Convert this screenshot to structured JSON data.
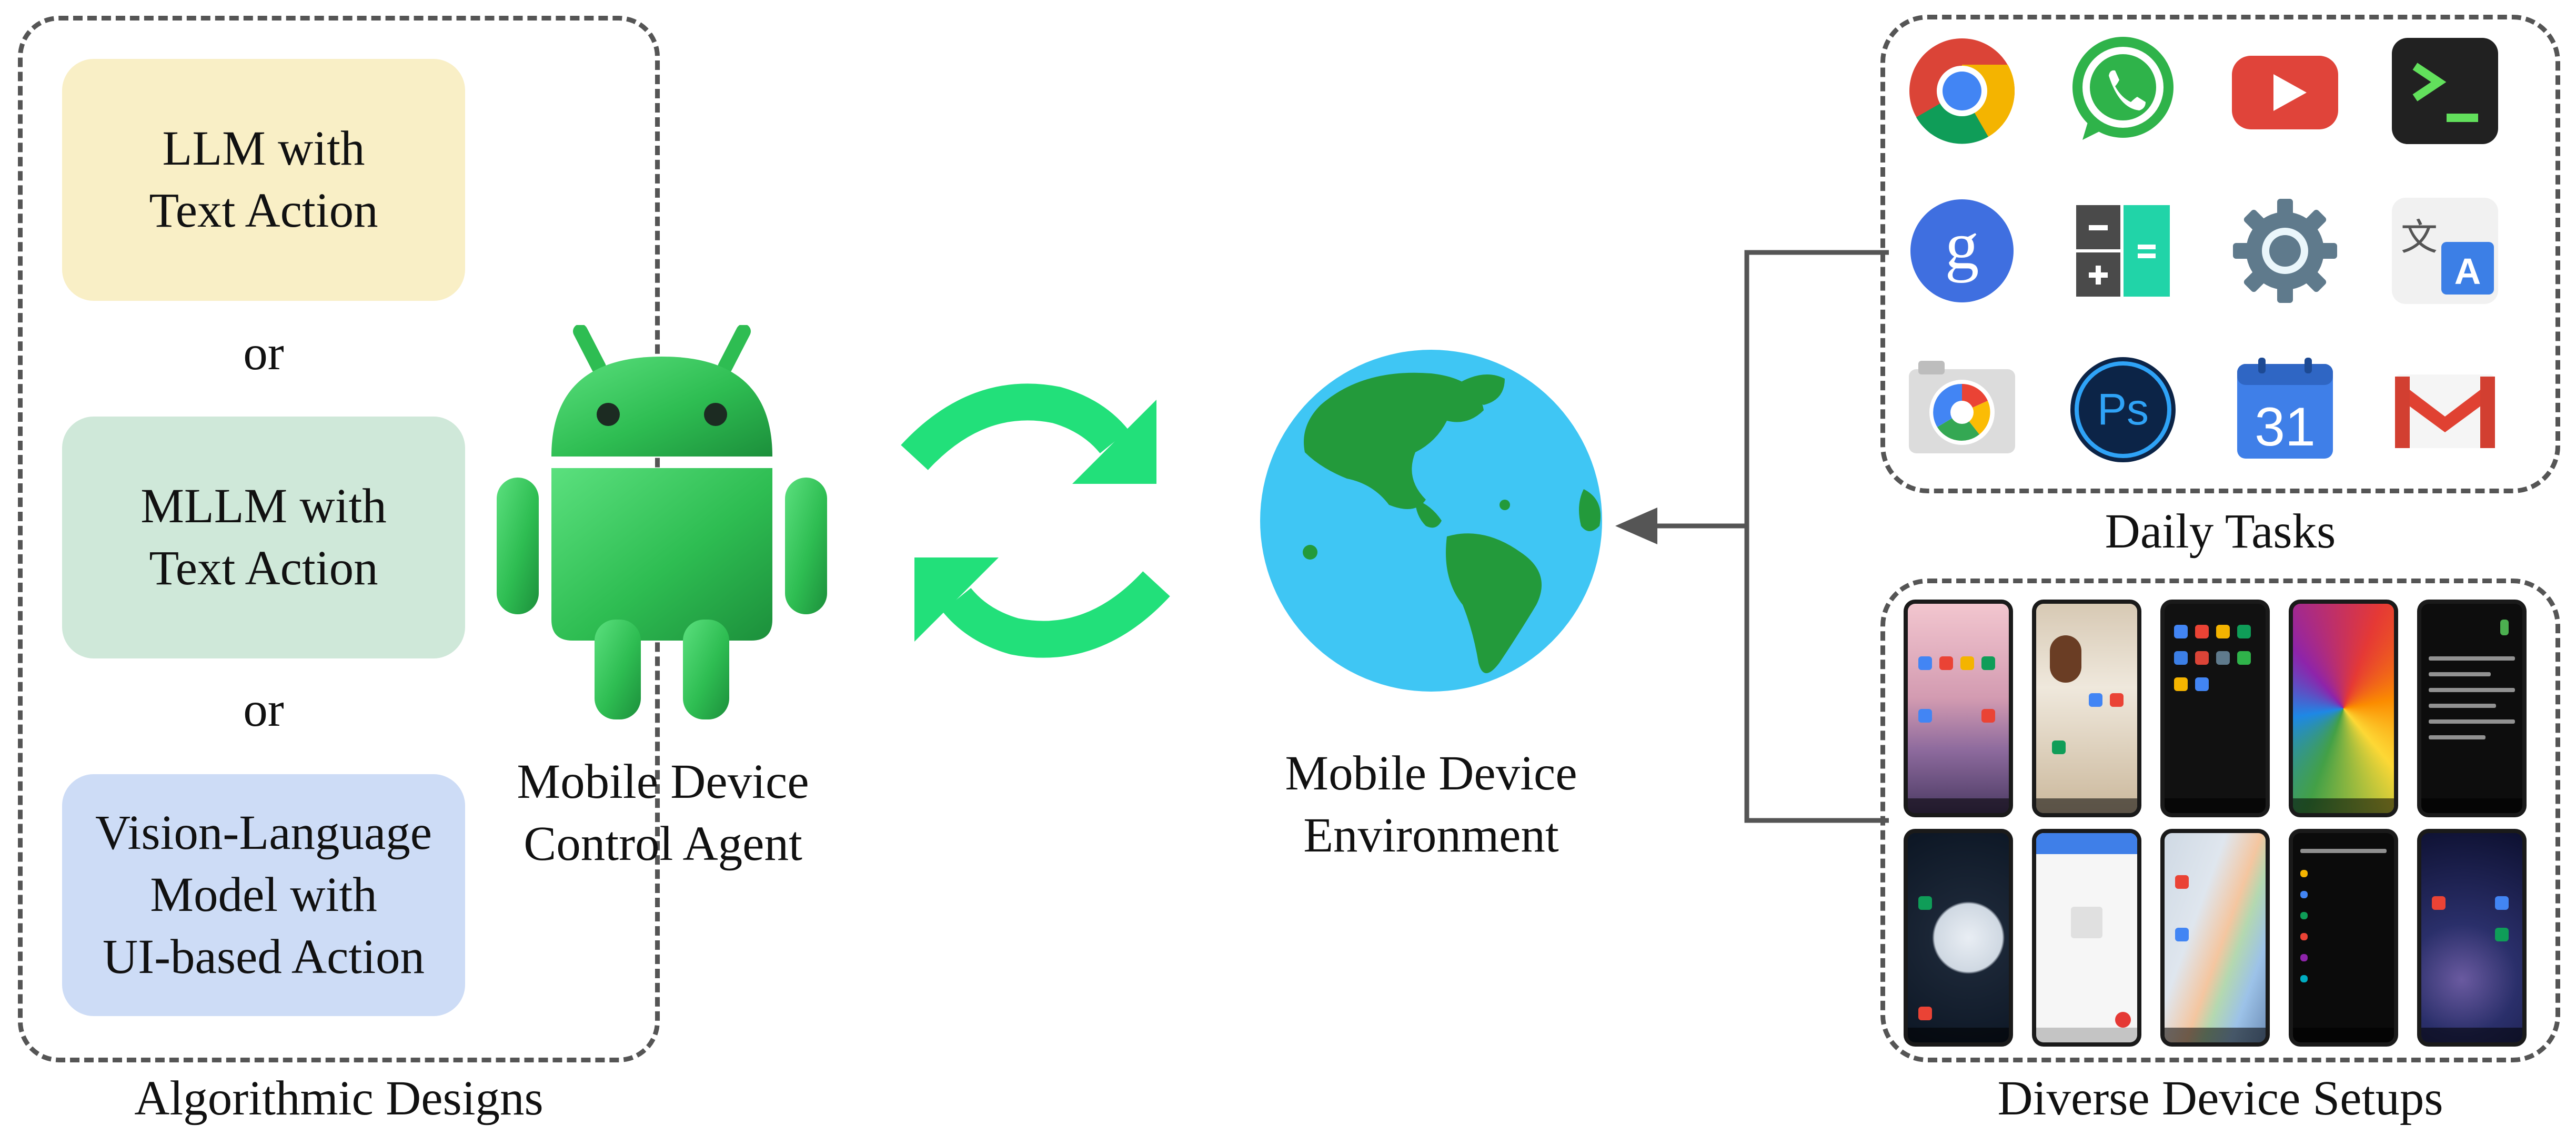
{
  "algorithmic_designs": {
    "caption": "Algorithmic Designs",
    "boxes": [
      {
        "lines": [
          "LLM with",
          "Text Action"
        ],
        "color": "#f9efc6"
      },
      {
        "lines": [
          "MLLM with",
          "Text Action"
        ],
        "color": "#cfe8d9"
      },
      {
        "lines": [
          "Vision-Language",
          "Model with",
          "UI-based Action"
        ],
        "color": "#cddcf6"
      }
    ],
    "separator": "or"
  },
  "agent": {
    "icon": "android-robot-icon",
    "label_lines": [
      "Mobile Device",
      "Control Agent"
    ],
    "color": "#34c759"
  },
  "interaction": {
    "icon": "sync-arrows-icon",
    "color": "#22e07a"
  },
  "environment": {
    "icon": "globe-icon",
    "label_lines": [
      "Mobile Device",
      "Environment"
    ],
    "ocean_color": "#3fc6f4",
    "land_color": "#239a3b"
  },
  "daily_tasks": {
    "caption": "Daily Tasks",
    "apps": [
      "chrome-icon",
      "whatsapp-icon",
      "youtube-icon",
      "terminal-icon",
      "google-icon",
      "calculator-icon",
      "settings-icon",
      "translate-icon",
      "camera-icon",
      "photoshop-icon",
      "calendar-icon",
      "gmail-icon"
    ],
    "calendar_day": "31",
    "photoshop_text": "Ps",
    "google_letter": "g",
    "terminal_text": ">_"
  },
  "device_setups": {
    "caption": "Diverse Device Setups",
    "phones": [
      {
        "theme": "pink-dusk"
      },
      {
        "theme": "paper"
      },
      {
        "theme": "dark-drawer"
      },
      {
        "theme": "umbrellas"
      },
      {
        "theme": "dark-settings"
      },
      {
        "theme": "night-moon"
      },
      {
        "theme": "contacts"
      },
      {
        "theme": "rainbow"
      },
      {
        "theme": "dark-list"
      },
      {
        "theme": "galaxy"
      }
    ]
  }
}
